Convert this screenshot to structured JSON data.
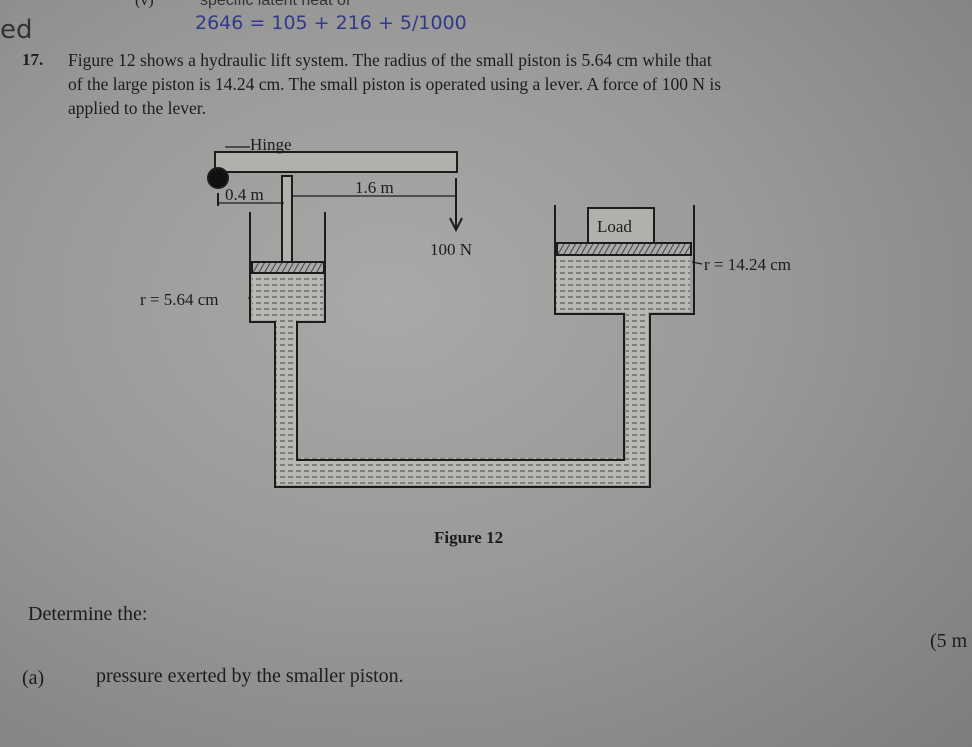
{
  "header_fragment": {
    "item": "(v)",
    "text": "specific latent heat of"
  },
  "handwriting": {
    "equation": "2646 = 105 + 216 + 5/1000",
    "question_mark": "ed"
  },
  "question": {
    "number": "17.",
    "lines": [
      "Figure 12 shows a hydraulic lift system. The radius of the small piston is 5.64 cm while that",
      "of the large piston is 14.24 cm. The small piston is operated using a lever. A force of 100 N is",
      "applied to the lever."
    ]
  },
  "figure": {
    "caption": "Figure 12",
    "labels": {
      "hinge": "Hinge",
      "short_arm": "0.4 m",
      "long_arm": "1.6 m",
      "force": "100 N",
      "load": "Load",
      "small_radius": "r = 5.64 cm",
      "large_radius": "r = 14.24 cm"
    }
  },
  "prompt": "Determine the:",
  "parts": [
    {
      "label": "(a)",
      "text": "pressure exerted by the smaller piston.",
      "marks": "(5 m"
    }
  ]
}
